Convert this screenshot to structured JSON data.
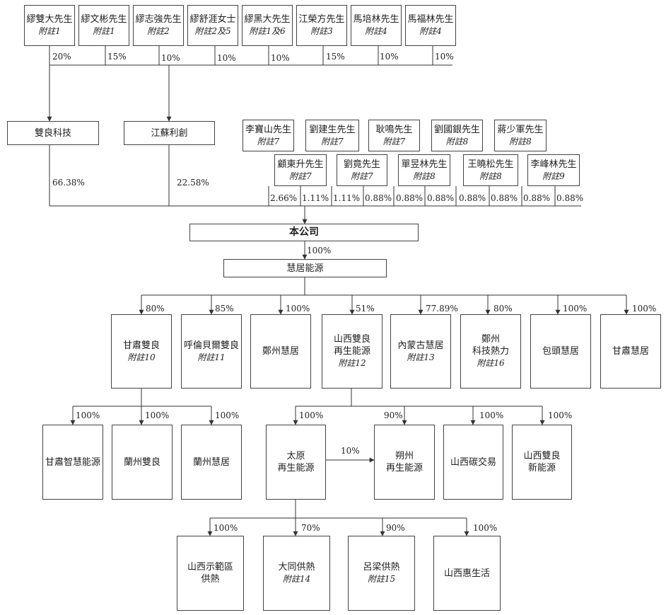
{
  "shareholders": [
    {
      "name": "繆雙大先生",
      "note": "附註1",
      "pct": "20%"
    },
    {
      "name": "繆文彬先生",
      "note": "附註1",
      "pct": "15%"
    },
    {
      "name": "繆志強先生",
      "note": "附註2",
      "pct": "10%"
    },
    {
      "name": "繆舒涯女士",
      "note": "附註2及5",
      "pct": "10%"
    },
    {
      "name": "繆黑大先生",
      "note": "附註1及6",
      "pct": "10%"
    },
    {
      "name": "江榮方先生",
      "note": "附註3",
      "pct": "15%"
    },
    {
      "name": "馬培林先生",
      "note": "附註4",
      "pct": "10%"
    },
    {
      "name": "馬福林先生",
      "note": "附註4",
      "pct": "10%"
    }
  ],
  "holdcos": [
    {
      "name": "雙良科技",
      "pct": "66.38%"
    },
    {
      "name": "江蘇利創",
      "pct": "22.58%"
    }
  ],
  "individuals_row1": [
    {
      "name": "李寶山先生",
      "note": "附註7"
    },
    {
      "name": "劉建生先生",
      "note": "附註7"
    },
    {
      "name": "耿鳴先生",
      "note": "附註7"
    },
    {
      "name": "劉國銀先生",
      "note": "附註8"
    },
    {
      "name": "蔣少軍先生",
      "note": "附註8"
    }
  ],
  "individuals_row2": [
    {
      "name": "顧東升先生",
      "note": "附註7"
    },
    {
      "name": "劉竟先生",
      "note": "附註7"
    },
    {
      "name": "單昱林先生",
      "note": "附註8"
    },
    {
      "name": "王曉松先生",
      "note": "附註8"
    },
    {
      "name": "李峰林先生",
      "note": "附註9"
    }
  ],
  "individual_pcts": [
    "2.66%",
    "1.11%",
    "1.11%",
    "0.88%",
    "0.88%",
    "0.88%",
    "0.88%",
    "0.88%",
    "0.88%",
    "0.88%"
  ],
  "company": {
    "name": "本公司",
    "pct": "100%"
  },
  "huiju": {
    "name": "慧居能源"
  },
  "level3": [
    {
      "l1": "甘肅雙良",
      "l2": "",
      "note": "附註10",
      "pct": "80%"
    },
    {
      "l1": "呼倫貝爾雙良",
      "l2": "",
      "note": "附註11",
      "pct": "85%"
    },
    {
      "l1": "鄭州慧居",
      "l2": "",
      "note": "",
      "pct": "100%"
    },
    {
      "l1": "山西雙良",
      "l2": "再生能源",
      "note": "附註12",
      "pct": "51%"
    },
    {
      "l1": "內蒙古慧居",
      "l2": "",
      "note": "附註13",
      "pct": "77.89%"
    },
    {
      "l1": "鄭州",
      "l2": "科技熱力",
      "note": "附註16",
      "pct": "80%"
    },
    {
      "l1": "包頭慧居",
      "l2": "",
      "note": "",
      "pct": "100%"
    },
    {
      "l1": "甘肅慧居",
      "l2": "",
      "note": "",
      "pct": "100%"
    }
  ],
  "level4_gansu": [
    {
      "l1": "甘肅智慧能源",
      "pct": "100%"
    },
    {
      "l1": "蘭州雙良",
      "pct": "100%"
    },
    {
      "l1": "蘭州慧居",
      "pct": "100%"
    }
  ],
  "level4_shanxi": [
    {
      "l1": "太原",
      "l2": "再生能源",
      "pct": "100%"
    },
    {
      "l1": "朔州",
      "l2": "再生能源",
      "pct": "90%"
    },
    {
      "l1": "山西碳交易",
      "l2": "",
      "pct": "100%"
    },
    {
      "l1": "山西雙良",
      "l2": "新能源",
      "pct": "100%"
    }
  ],
  "taiyuan_to_shuozhou_pct": "10%",
  "level5": [
    {
      "l1": "山西示範區",
      "l2": "供熱",
      "note": "",
      "pct": "100%"
    },
    {
      "l1": "大同供熱",
      "l2": "",
      "note": "附註14",
      "pct": "70%"
    },
    {
      "l1": "呂梁供熱",
      "l2": "",
      "note": "附註15",
      "pct": "90%"
    },
    {
      "l1": "山西惠生活",
      "l2": "",
      "note": "",
      "pct": "100%"
    }
  ]
}
